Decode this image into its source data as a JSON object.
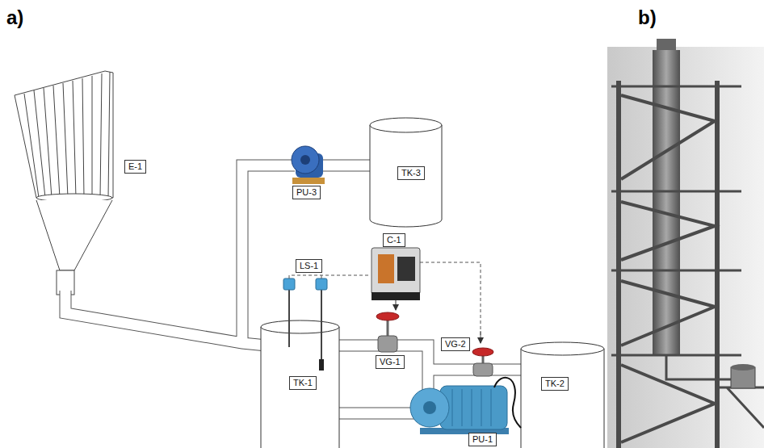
{
  "diagram": {
    "nodes": [
      {
        "text": [
          "E-1"
        ]
      },
      {
        "text": [
          "PU-3"
        ]
      },
      {
        "text": [
          "TK-3"
        ]
      },
      {
        "text": [
          "LS-1"
        ]
      },
      {
        "text": [
          "C-1"
        ]
      },
      {
        "text": [
          "VG-1"
        ]
      },
      {
        "text": [
          "VG-2"
        ]
      },
      {
        "text": [
          "TK-1"
        ]
      },
      {
        "text": [
          "TK-2"
        ]
      },
      {
        "text": [
          "PU-1"
        ]
      }
    ],
    "labels": [
      "a)",
      "b)"
    ]
  }
}
